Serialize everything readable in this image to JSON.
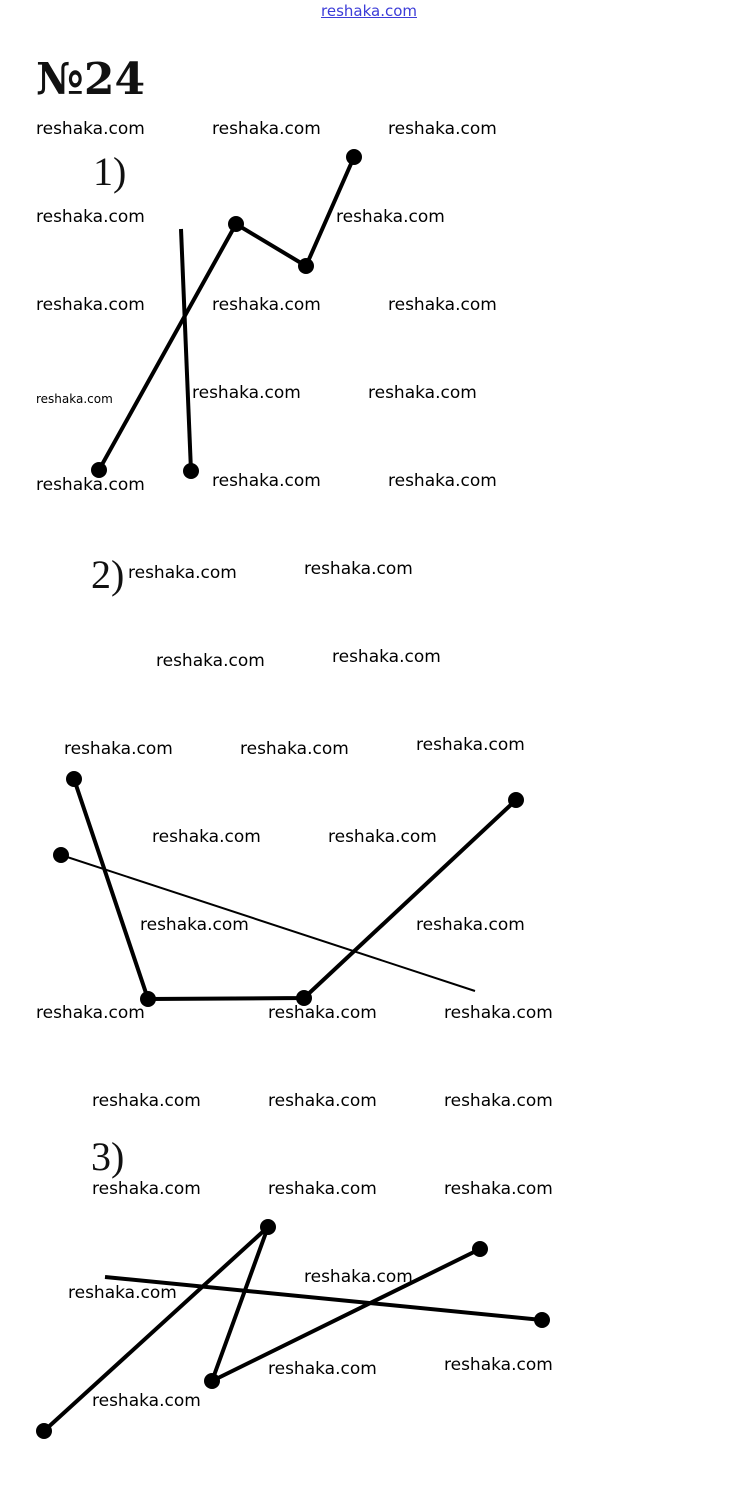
{
  "header": {
    "site_link": "reshaka.com",
    "problem_number": "№24"
  },
  "parts": [
    {
      "label": "1)"
    },
    {
      "label": "2)"
    },
    {
      "label": "3)"
    }
  ],
  "watermark_text": "reshaka.com",
  "colors": {
    "link": "#3c3cd8",
    "ink": "#000000"
  }
}
